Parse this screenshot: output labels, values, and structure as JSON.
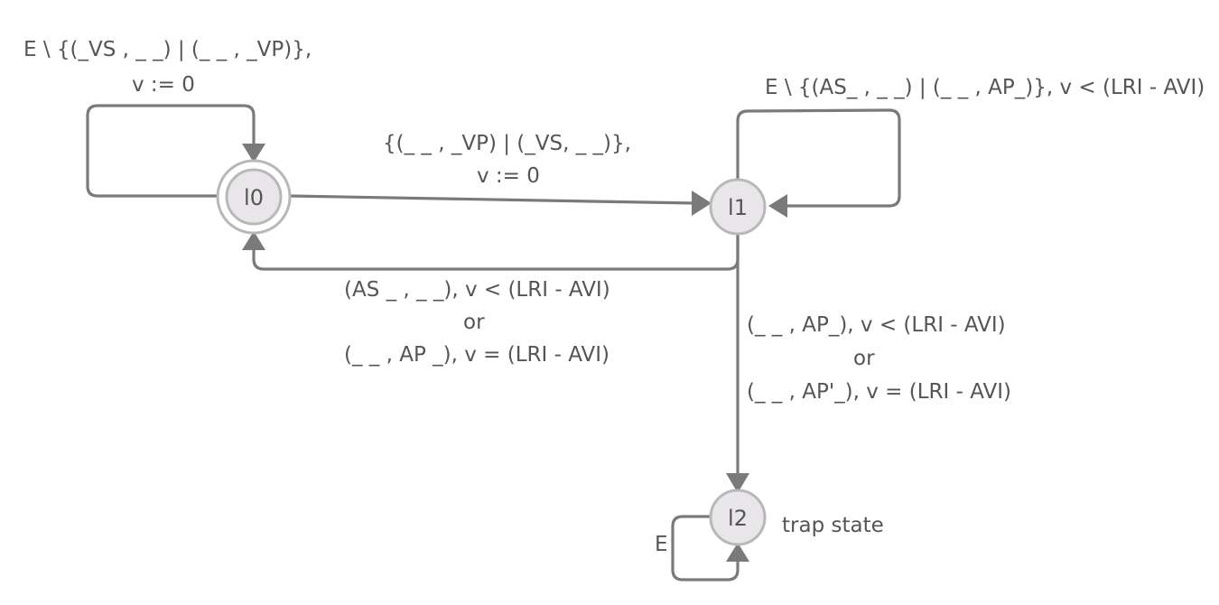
{
  "states": [
    {
      "id": "l0",
      "label": "l0",
      "accepting": true
    },
    {
      "id": "l1",
      "label": "l1",
      "accepting": false
    },
    {
      "id": "l2",
      "label": "l2",
      "accepting": false,
      "note": "trap state"
    }
  ],
  "edges": {
    "l0_self": [
      "E \\ {(_VS , _ _) | (_ _ , _VP)},",
      "v := 0"
    ],
    "l0_to_l1": [
      "{(_ _ , _VP) | (_VS, _ _)},",
      "v := 0"
    ],
    "l1_self": [
      "E \\ {(AS_ , _ _) | (_ _ , AP_)}, v < (LRI - AVI)"
    ],
    "l1_to_l0": [
      "(AS _ , _ _), v < (LRI - AVI)",
      "or",
      "(_ _ , AP _), v = (LRI - AVI)"
    ],
    "l1_to_l2": [
      "(_ _ , AP_), v < (LRI - AVI)",
      "or",
      "(_ _ , AP'_), v = (LRI - AVI)"
    ],
    "l2_self": [
      "E"
    ]
  }
}
